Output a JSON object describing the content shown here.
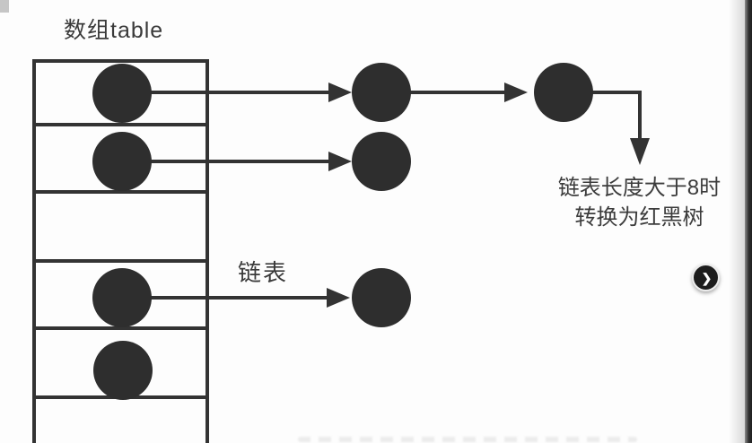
{
  "diagram": {
    "title": "数组table",
    "linked_list_label": "链表",
    "annotation": {
      "line1": "链表长度大于8时",
      "line2": "转换为红黑树"
    },
    "array_slots": [
      {
        "index": 0,
        "has_entry": true,
        "chain_nodes_after_entry": 2
      },
      {
        "index": 1,
        "has_entry": true,
        "chain_nodes_after_entry": 1
      },
      {
        "index": 2,
        "has_entry": false,
        "chain_nodes_after_entry": 0
      },
      {
        "index": 3,
        "has_entry": true,
        "chain_nodes_after_entry": 1
      },
      {
        "index": 4,
        "has_entry": true,
        "chain_nodes_after_entry": 0
      },
      {
        "index": 5,
        "has_entry": false,
        "chain_nodes_after_entry": 0
      }
    ],
    "colors": {
      "node": "#2e2e2e",
      "line": "#333333",
      "text": "#3a3a3a",
      "background": "#fdfdfd",
      "edge_bar": "#2f2f2f"
    }
  },
  "controls": {
    "next_button_glyph": "❯"
  }
}
